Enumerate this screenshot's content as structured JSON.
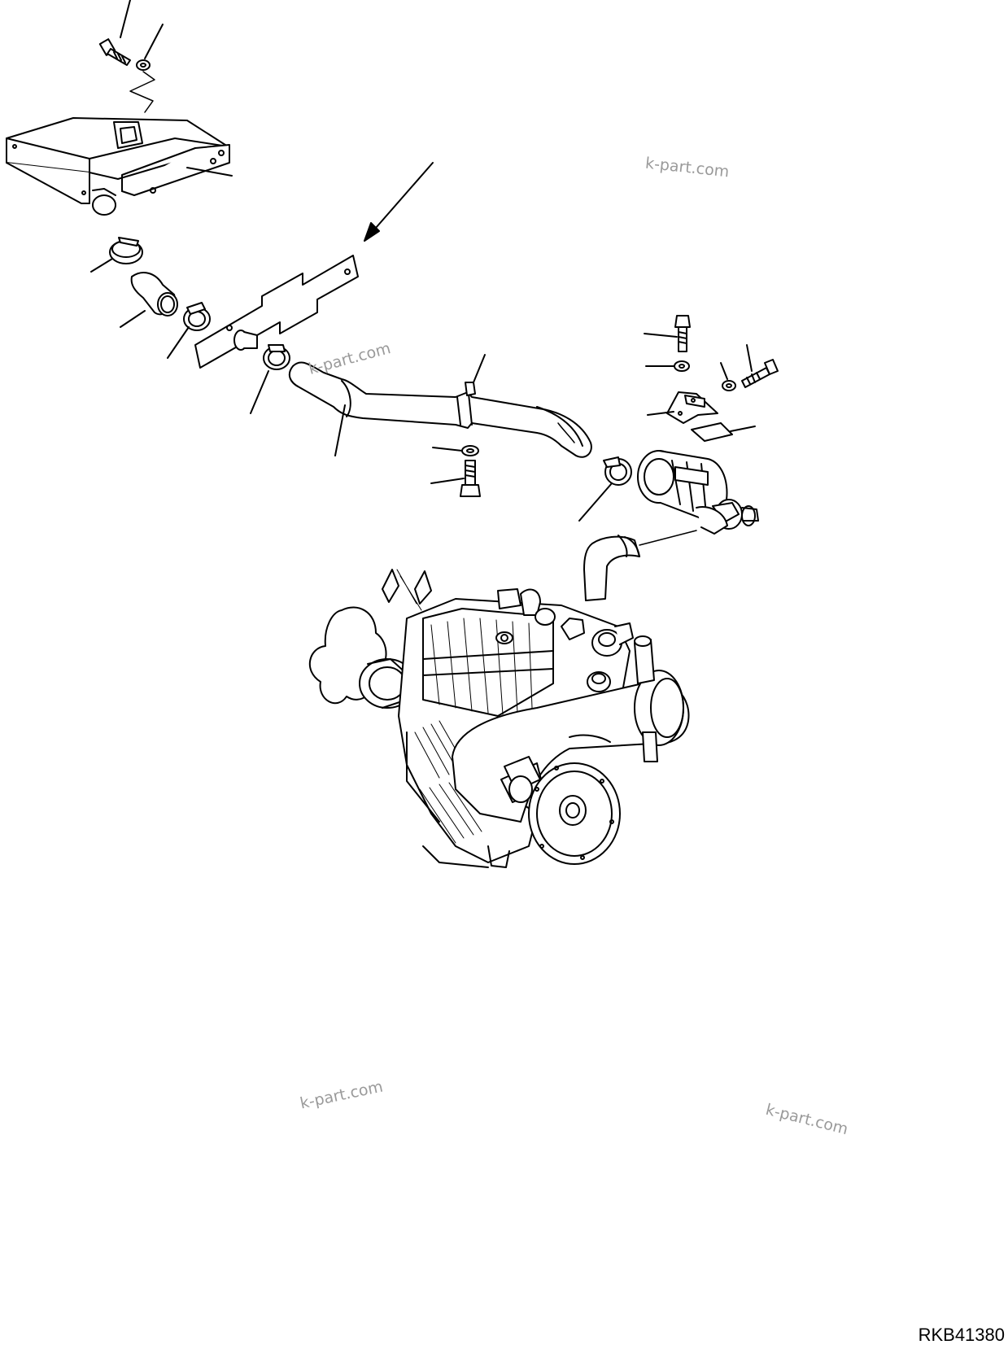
{
  "watermarks": [
    "k-part.com",
    "k-part.com",
    "k-part.com",
    "k-part.com"
  ],
  "drawing_id": "RKB41380"
}
